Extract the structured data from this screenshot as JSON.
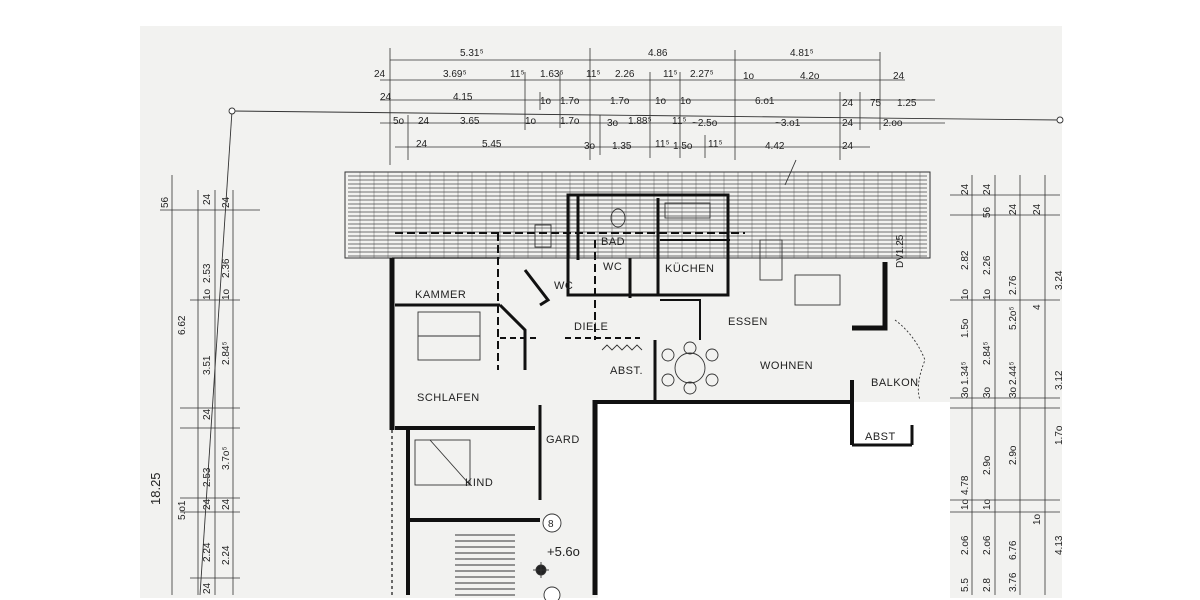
{
  "plan": {
    "rooms": [
      {
        "key": "kammer",
        "label": "KAMMER"
      },
      {
        "key": "bad",
        "label": "BAD"
      },
      {
        "key": "wc1",
        "label": "WC"
      },
      {
        "key": "wc2",
        "label": "WC"
      },
      {
        "key": "kuechen",
        "label": "KÜCHEN"
      },
      {
        "key": "diele",
        "label": "DIELE"
      },
      {
        "key": "essen",
        "label": "ESSEN"
      },
      {
        "key": "wohnen",
        "label": "WOHNEN"
      },
      {
        "key": "schlafen",
        "label": "SCHLAFEN"
      },
      {
        "key": "abst1",
        "label": "ABST."
      },
      {
        "key": "balkon",
        "label": "BALKON"
      },
      {
        "key": "abst2",
        "label": "ABST"
      },
      {
        "key": "gard",
        "label": "GARD"
      },
      {
        "key": "kind",
        "label": "KIND"
      }
    ],
    "annotations": {
      "dv": "DV1.25",
      "stair_number": "8",
      "level": "+5.6o"
    },
    "top_dimensions": {
      "row1": [
        "5.31⁵",
        "4.86",
        "4.81⁵"
      ],
      "row2": [
        "24",
        "3.69⁵",
        "11⁵",
        "1.63⁵",
        "11⁵",
        "2.26",
        "11⁵",
        "2.27⁵",
        "1o",
        "4.2o",
        "24"
      ],
      "row3": [
        "24",
        "4.15",
        "1o",
        "1.7o",
        "1.7o",
        "1o",
        "1o",
        "6.o1",
        "24",
        "75",
        "1.25"
      ],
      "row4": [
        "5o",
        "24",
        "3.65",
        "1o",
        "1.7o",
        "3o",
        "1.88⁵",
        "11⁵",
        "~2.5o",
        "~3.o1",
        "24",
        "2.oo"
      ],
      "row5": [
        "24",
        "5.45",
        "3o",
        "1.35",
        "11⁵",
        "1.5o",
        "11⁵",
        "4.42",
        "24"
      ]
    },
    "left_dimensions": {
      "total": "18.25",
      "col1": [
        "56",
        "6.62",
        "5.o1"
      ],
      "col2": [
        "24",
        "1o",
        "2.53",
        "3.51",
        "24",
        "2.53",
        "24",
        "2.24",
        "24"
      ],
      "col3": [
        "24",
        "1o",
        "2.36",
        "2.84⁵",
        "3.7o⁵",
        "24",
        "2.24"
      ]
    },
    "right_dimensions": {
      "col1": [
        "24",
        "2.82",
        "1o",
        "1.5o",
        "1.34⁵",
        "3o",
        "4.78",
        "1o",
        "2.o6",
        "5.5"
      ],
      "col2": [
        "24",
        "56",
        "1o",
        "2.26",
        "2.84⁵",
        "3o",
        "2.9o",
        "1o",
        "2.o6",
        "2.8"
      ],
      "col3": [
        "24",
        "2.76",
        "5.2o⁵",
        "2.44⁵",
        "3o",
        "2.9o",
        "6.76",
        "3.76"
      ],
      "col4": [
        "24",
        "3.24",
        "4",
        "3.12",
        "1.7o",
        "1o",
        "4.13"
      ]
    }
  }
}
